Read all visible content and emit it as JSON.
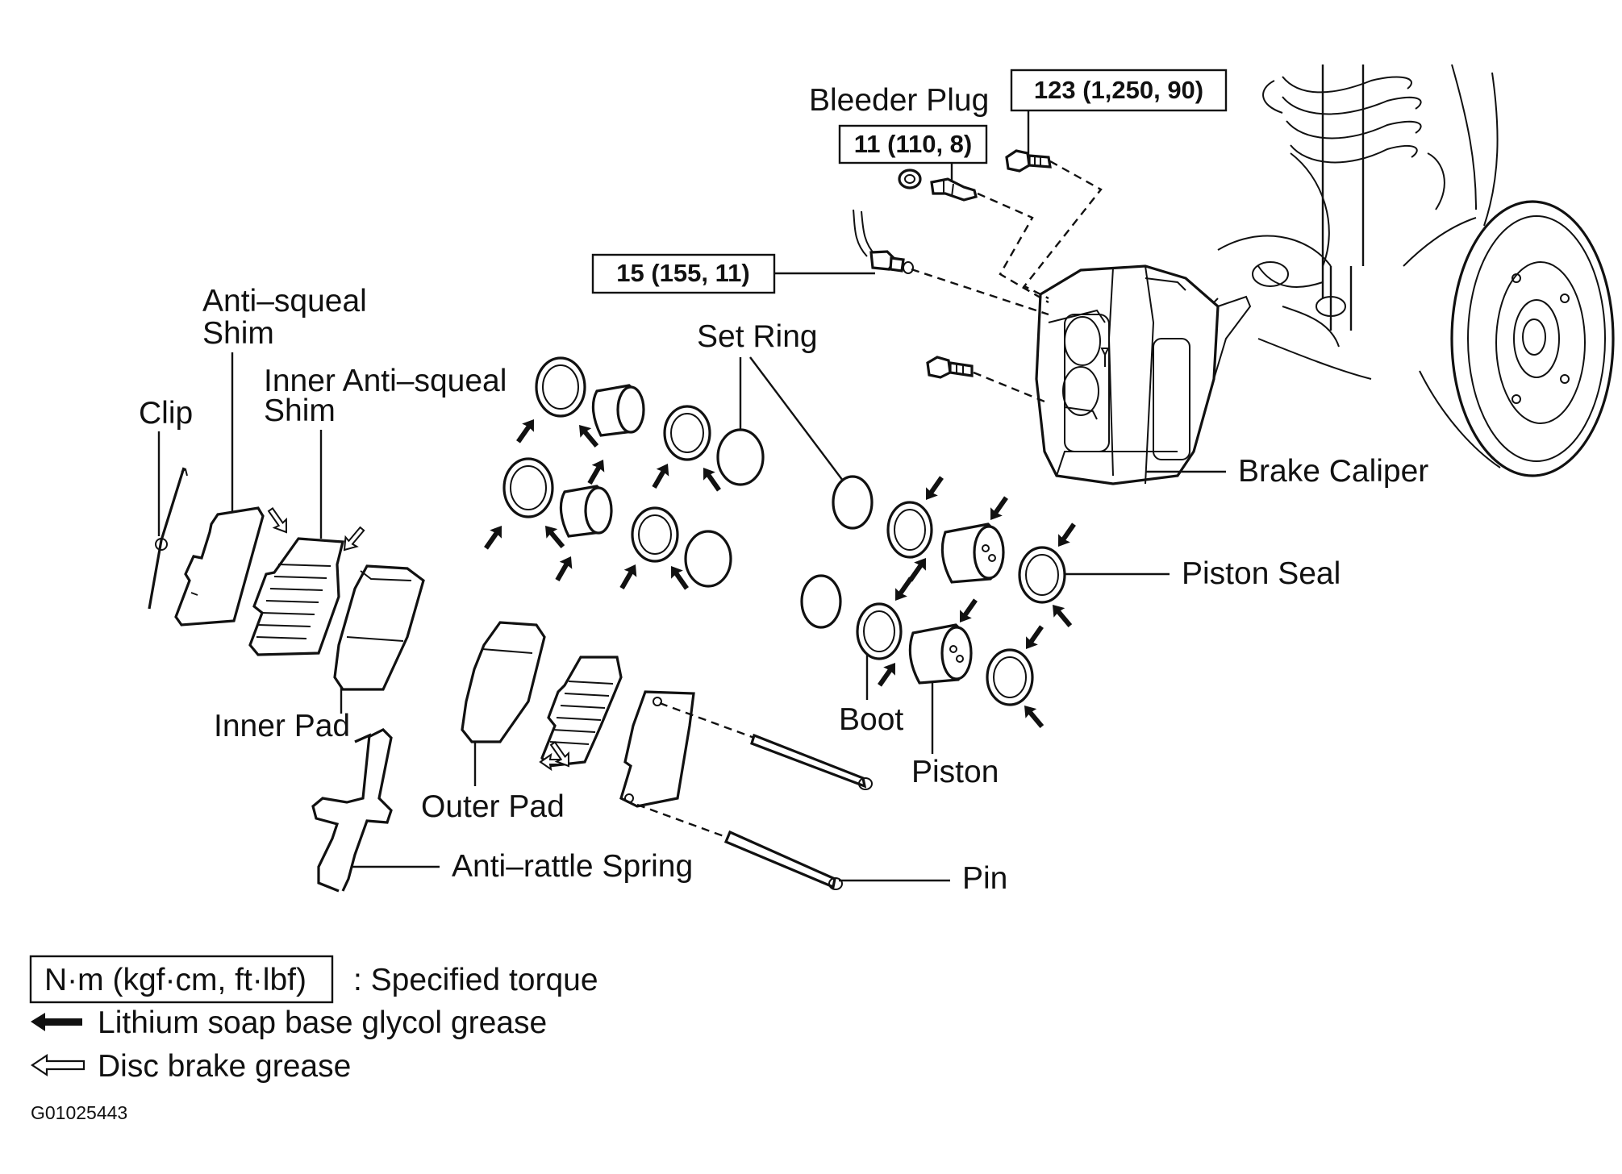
{
  "labels": {
    "bleeder_plug": "Bleeder Plug",
    "anti_squeal_line1": "Anti–squeal",
    "anti_squeal_line2": "Shim",
    "inner_anti_squeal_line1": "Inner Anti–squeal",
    "inner_anti_squeal_line2": "Shim",
    "clip": "Clip",
    "set_ring": "Set Ring",
    "brake_caliper": "Brake Caliper",
    "piston_seal": "Piston Seal",
    "inner_pad": "Inner Pad",
    "boot": "Boot",
    "piston": "Piston",
    "outer_pad": "Outer Pad",
    "anti_rattle_spring": "Anti–rattle Spring",
    "pin": "Pin"
  },
  "torques": {
    "caliper_bolt": "123 (1,250, 90)",
    "bleeder_plug": "11 (110, 8)",
    "union_bolt": "15 (155, 11)"
  },
  "legend": {
    "torque_unit": "N·m (kgf·cm, ft·lbf)",
    "torque_desc": ": Specified torque",
    "lithium_grease": "Lithium soap base glycol grease",
    "disc_grease": "Disc brake grease"
  },
  "figure_id": "G01025443",
  "icons": {
    "lithium_grease_arrow": "solid-arrow-left-icon",
    "disc_grease_arrow": "hollow-arrow-left-icon"
  },
  "colors": {
    "ink": "#111111",
    "paper": "#ffffff"
  }
}
